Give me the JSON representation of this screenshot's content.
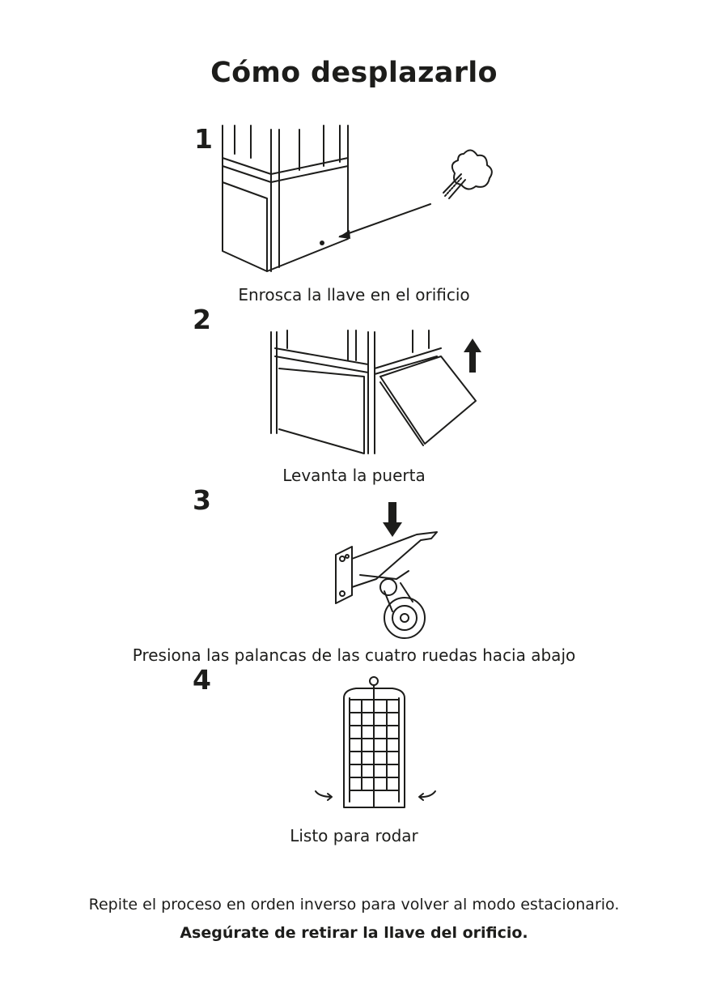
{
  "title": "Cómo desplazarlo",
  "steps": [
    {
      "number": "1",
      "caption": "Enrosca la llave en el orificio"
    },
    {
      "number": "2",
      "caption": "Levanta la puerta"
    },
    {
      "number": "3",
      "caption": "Presiona las palancas de las cuatro ruedas hacia abajo"
    },
    {
      "number": "4",
      "caption": "Listo para rodar"
    }
  ],
  "footer": {
    "note": "Repite el proceso en orden inverso para volver al modo estacionario.",
    "warning": "Asegúrate de retirar la llave del orificio."
  }
}
